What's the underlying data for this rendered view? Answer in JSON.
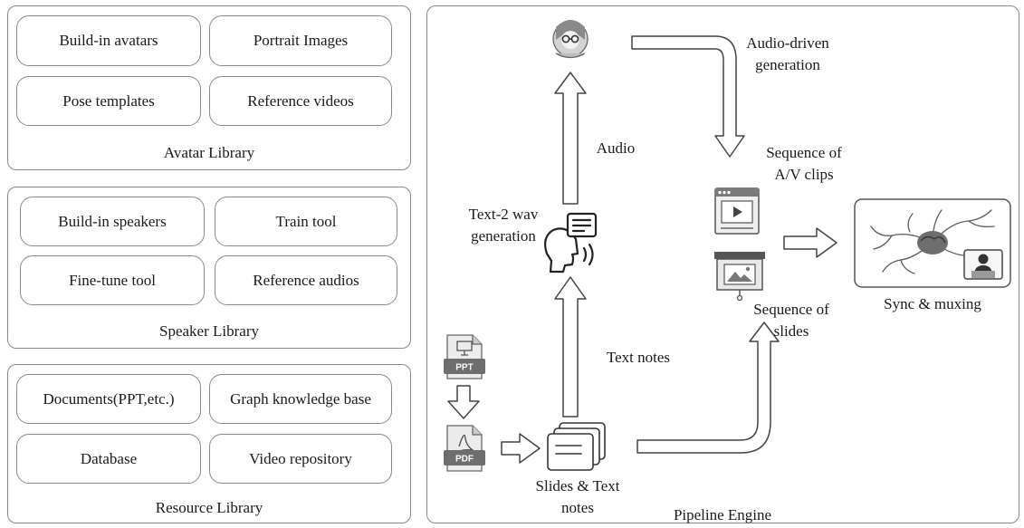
{
  "avatar_library": {
    "title": "Avatar  Library",
    "items": [
      "Build-in avatars",
      "Portrait Images",
      "Pose templates",
      "Reference videos"
    ]
  },
  "speaker_library": {
    "title": "Speaker Library",
    "items": [
      "Build-in speakers",
      "Train tool",
      "Fine-tune tool",
      "Reference audios"
    ]
  },
  "resource_library": {
    "title": "Resource Library",
    "items": [
      "Documents(PPT,etc.)",
      "Graph knowledge base",
      "Database",
      "Video repository"
    ]
  },
  "pipeline": {
    "title": "Pipeline Engine",
    "audio_driven": [
      "Audio-driven",
      "generation"
    ],
    "audio": "Audio",
    "text2wav": [
      "Text-2 wav",
      "generation"
    ],
    "seq_av": [
      "Sequence of",
      "A/V  clips"
    ],
    "seq_slides": [
      "Sequence of",
      "slides"
    ],
    "text_notes": "Text notes",
    "slides_text": [
      "Slides & Text",
      "notes"
    ],
    "sync": "Sync & muxing",
    "ppt_badge": "PPT",
    "pdf_badge": "PDF"
  }
}
